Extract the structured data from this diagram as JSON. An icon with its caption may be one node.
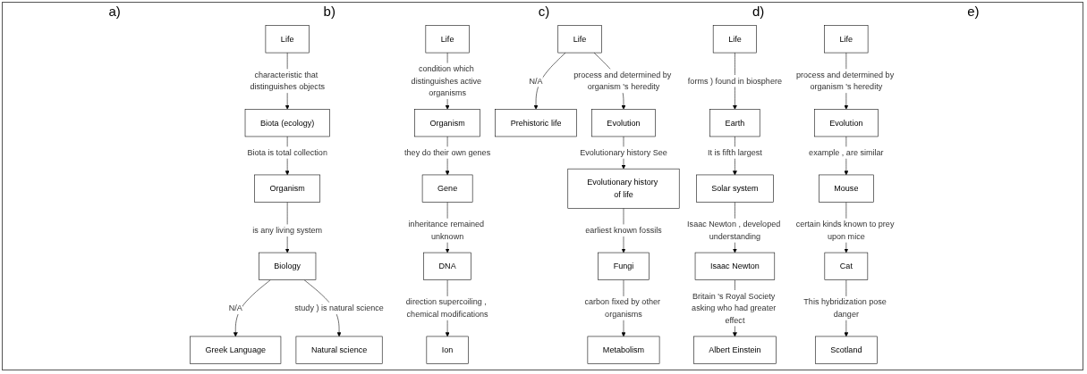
{
  "diagram": {
    "nodes": [
      {
        "text": [
          "Life"
        ]
      },
      {
        "text": [
          "Biota (ecology)"
        ]
      },
      {
        "text": [
          "Organism"
        ]
      },
      {
        "text": [
          "Biology"
        ]
      },
      {
        "text": [
          "Greek Language"
        ]
      },
      {
        "text": [
          "Natural science"
        ]
      },
      {
        "text": [
          "Life"
        ]
      },
      {
        "text": [
          "Organism"
        ]
      },
      {
        "text": [
          "Gene"
        ]
      },
      {
        "text": [
          "DNA"
        ]
      },
      {
        "text": [
          "Ion"
        ]
      },
      {
        "text": [
          "Life"
        ]
      },
      {
        "text": [
          "Prehistoric life"
        ]
      },
      {
        "text": [
          "Evolution"
        ]
      },
      {
        "text": [
          "Evolutionary history of life"
        ]
      },
      {
        "text": [
          "Fungi"
        ]
      },
      {
        "text": [
          "Metabolism"
        ]
      },
      {
        "text": [
          "Life"
        ]
      },
      {
        "text": [
          "Earth"
        ]
      },
      {
        "text": [
          "Solar system"
        ]
      },
      {
        "text": [
          "Isaac Newton"
        ]
      },
      {
        "text": [
          "Albert Einstein"
        ]
      },
      {
        "text": [
          "Life"
        ]
      },
      {
        "text": [
          "Evolution"
        ]
      },
      {
        "text": [
          "Mouse"
        ]
      },
      {
        "text": [
          "Cat"
        ]
      },
      {
        "text": [
          "Scotland"
        ]
      }
    ],
    "edges": [
      {
        "from": 0,
        "to": 1,
        "arrow": "to",
        "label": "characteristic that distinguishes objects"
      },
      {
        "from": 1,
        "to": 2,
        "arrow": "to",
        "label": "Biota is total collection"
      },
      {
        "from": 2,
        "to": 3,
        "arrow": "to",
        "label": "is any living system"
      },
      {
        "from": 3,
        "to": 4,
        "arrow": "to",
        "label": "N/A"
      },
      {
        "from": 3,
        "to": 5,
        "arrow": "to",
        "label": "study ) is natural science"
      },
      {
        "from": 6,
        "to": 7,
        "arrow": "to",
        "label": "condition which distinguishes active organisms"
      },
      {
        "from": 7,
        "to": 8,
        "arrow": "to",
        "label": "they do their own genes"
      },
      {
        "from": 8,
        "to": 9,
        "arrow": "to",
        "label": "inheritance remained unknown"
      },
      {
        "from": 9,
        "to": 10,
        "arrow": "to",
        "label": "direction supercoiling , chemical modifications"
      },
      {
        "from": 11,
        "to": 12,
        "arrow": "to",
        "label": "N/A"
      },
      {
        "from": 11,
        "to": 13,
        "arrow": "to",
        "label": "process and determined by organism 's heredity"
      },
      {
        "from": 13,
        "to": 14,
        "arrow": "to",
        "label": "Evolutionary history See"
      },
      {
        "from": 14,
        "to": 15,
        "arrow": "to",
        "label": "earliest known fossils"
      },
      {
        "from": 15,
        "to": 16,
        "arrow": "to",
        "label": "carbon fixed by other organisms"
      },
      {
        "from": 17,
        "to": 18,
        "arrow": "to",
        "label": "forms ) found in biosphere"
      },
      {
        "from": 18,
        "to": 19,
        "arrow": "to",
        "label": "It is fifth largest"
      },
      {
        "from": 19,
        "to": 20,
        "arrow": "to",
        "label": "Isaac Newton , developed understanding"
      },
      {
        "from": 20,
        "to": 21,
        "arrow": "to",
        "label": "Britain 's Royal Society asking who had greater effect"
      },
      {
        "from": 22,
        "to": 23,
        "arrow": "to",
        "label": "process and determined by organism 's heredity"
      },
      {
        "from": 23,
        "to": 24,
        "arrow": "to",
        "label": "example , are similar"
      },
      {
        "from": 24,
        "to": 25,
        "arrow": "to",
        "label": "certain kinds known to prey upon mice"
      },
      {
        "from": 25,
        "to": 26,
        "arrow": "to",
        "label": "This hybridization pose danger"
      }
    ],
    "labels": [
      "a)",
      "b)",
      "c)",
      "d)",
      "e)"
    ]
  }
}
